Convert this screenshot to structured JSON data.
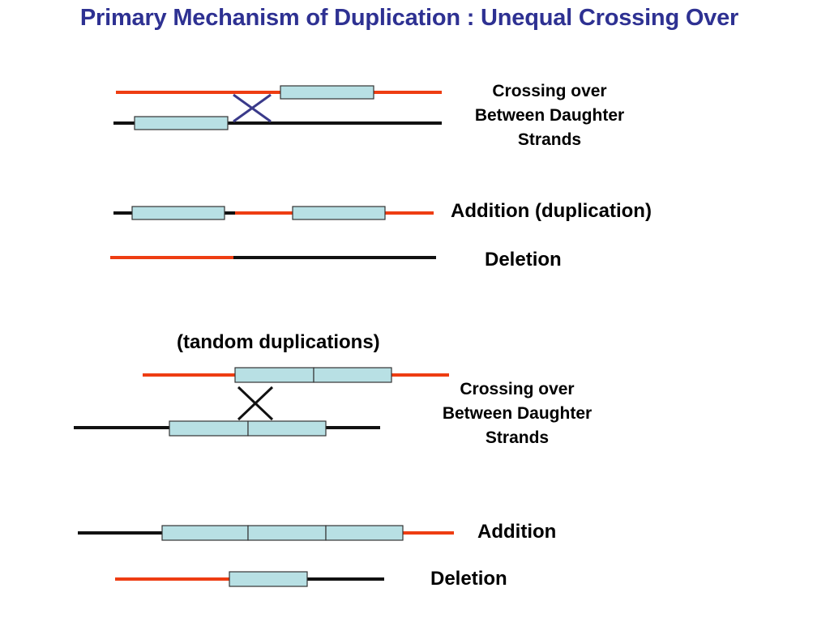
{
  "title": "Primary Mechanism of Duplication : Unequal Crossing Over",
  "colors": {
    "title": "#2e3192",
    "strand_red": "#ee3d12",
    "strand_black": "#111111",
    "gene_fill": "#b8e0e4",
    "gene_stroke": "#333333",
    "cross_blue": "#3a3a8a",
    "cross_black": "#111111"
  },
  "labels": {
    "crossing_1": [
      "Crossing over",
      "Between Daughter",
      "Strands"
    ],
    "addition_duplication": "Addition (duplication)",
    "deletion_1": "Deletion",
    "tandem_heading": "(tandom duplications)",
    "crossing_2": [
      "Crossing over",
      "Between Daughter",
      "Strands"
    ],
    "addition_2": "Addition",
    "deletion_2": "Deletion"
  }
}
